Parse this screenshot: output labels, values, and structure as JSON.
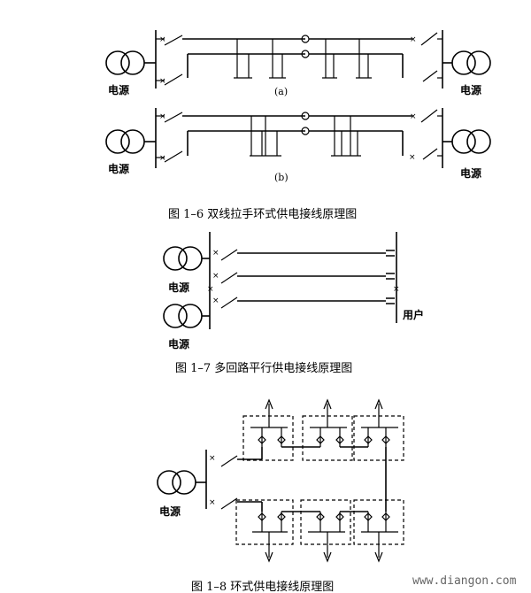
{
  "fig6": {
    "source_left_a": "电源",
    "source_right_a": "电源",
    "sub_a": "(a)",
    "source_left_b": "电源",
    "source_right_b": "电源",
    "sub_b": "(b)",
    "caption": "图 1–6     双线拉手环式供电接线原理图"
  },
  "fig7": {
    "source_1": "电源",
    "source_2": "电源",
    "user": "用户",
    "caption": "图 1–7     多回路平行供电接线原理图"
  },
  "fig8": {
    "source": "电源",
    "caption": "图 1–8       环式供电接线原理图"
  },
  "watermark": "www.diangon.com"
}
